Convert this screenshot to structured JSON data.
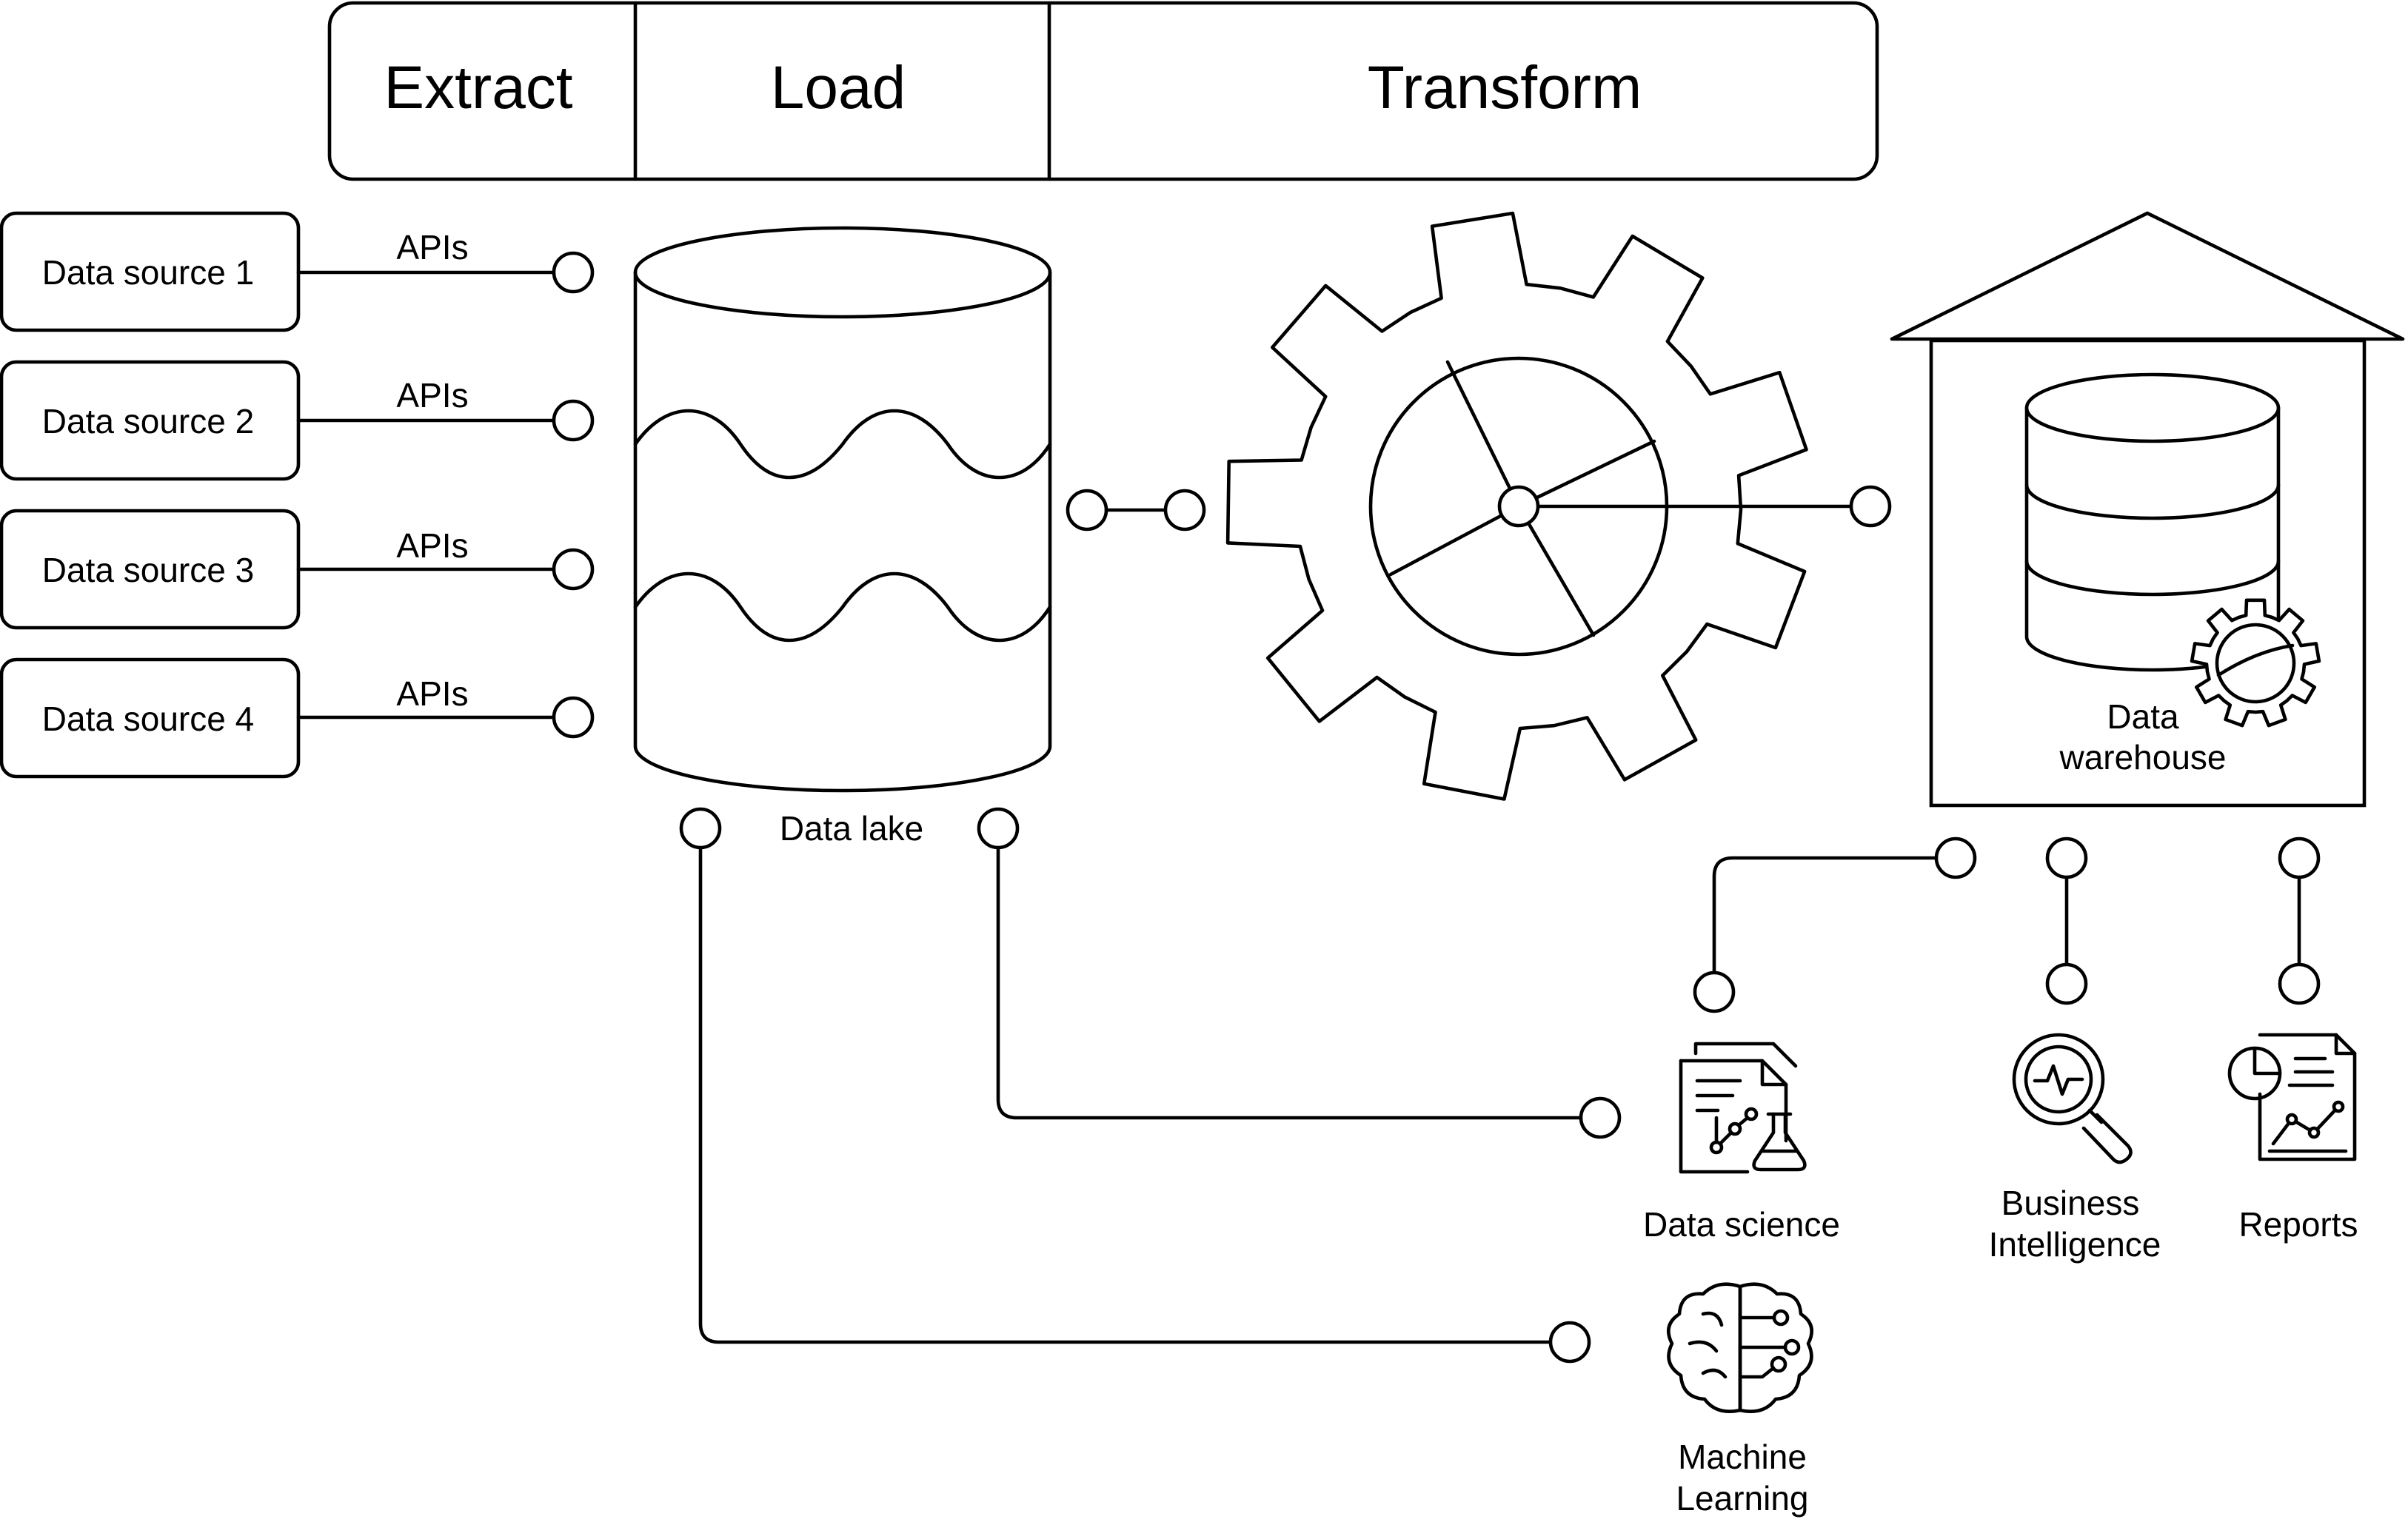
{
  "phases": {
    "extract": "Extract",
    "load": "Load",
    "transform": "Transform"
  },
  "sources": [
    {
      "label": "Data source 1",
      "connector": "APIs"
    },
    {
      "label": "Data source 2",
      "connector": "APIs"
    },
    {
      "label": "Data source 3",
      "connector": "APIs"
    },
    {
      "label": "Data source 4",
      "connector": "APIs"
    }
  ],
  "data_lake": {
    "label": "Data lake"
  },
  "data_warehouse": {
    "label_line1": "Data",
    "label_line2": "warehouse"
  },
  "consumers": {
    "data_science": {
      "label": "Data science",
      "icon": "data-science-icon"
    },
    "business_intelligence": {
      "label_line1": "Business",
      "label_line2": "Intelligence",
      "icon": "magnifier-pulse-icon"
    },
    "reports": {
      "label": "Reports",
      "icon": "report-chart-icon"
    },
    "machine_learning": {
      "label_line1": "Machine",
      "label_line2": "Learning",
      "icon": "brain-circuit-icon"
    }
  },
  "colors": {
    "stroke": "#000000",
    "background": "#ffffff"
  }
}
